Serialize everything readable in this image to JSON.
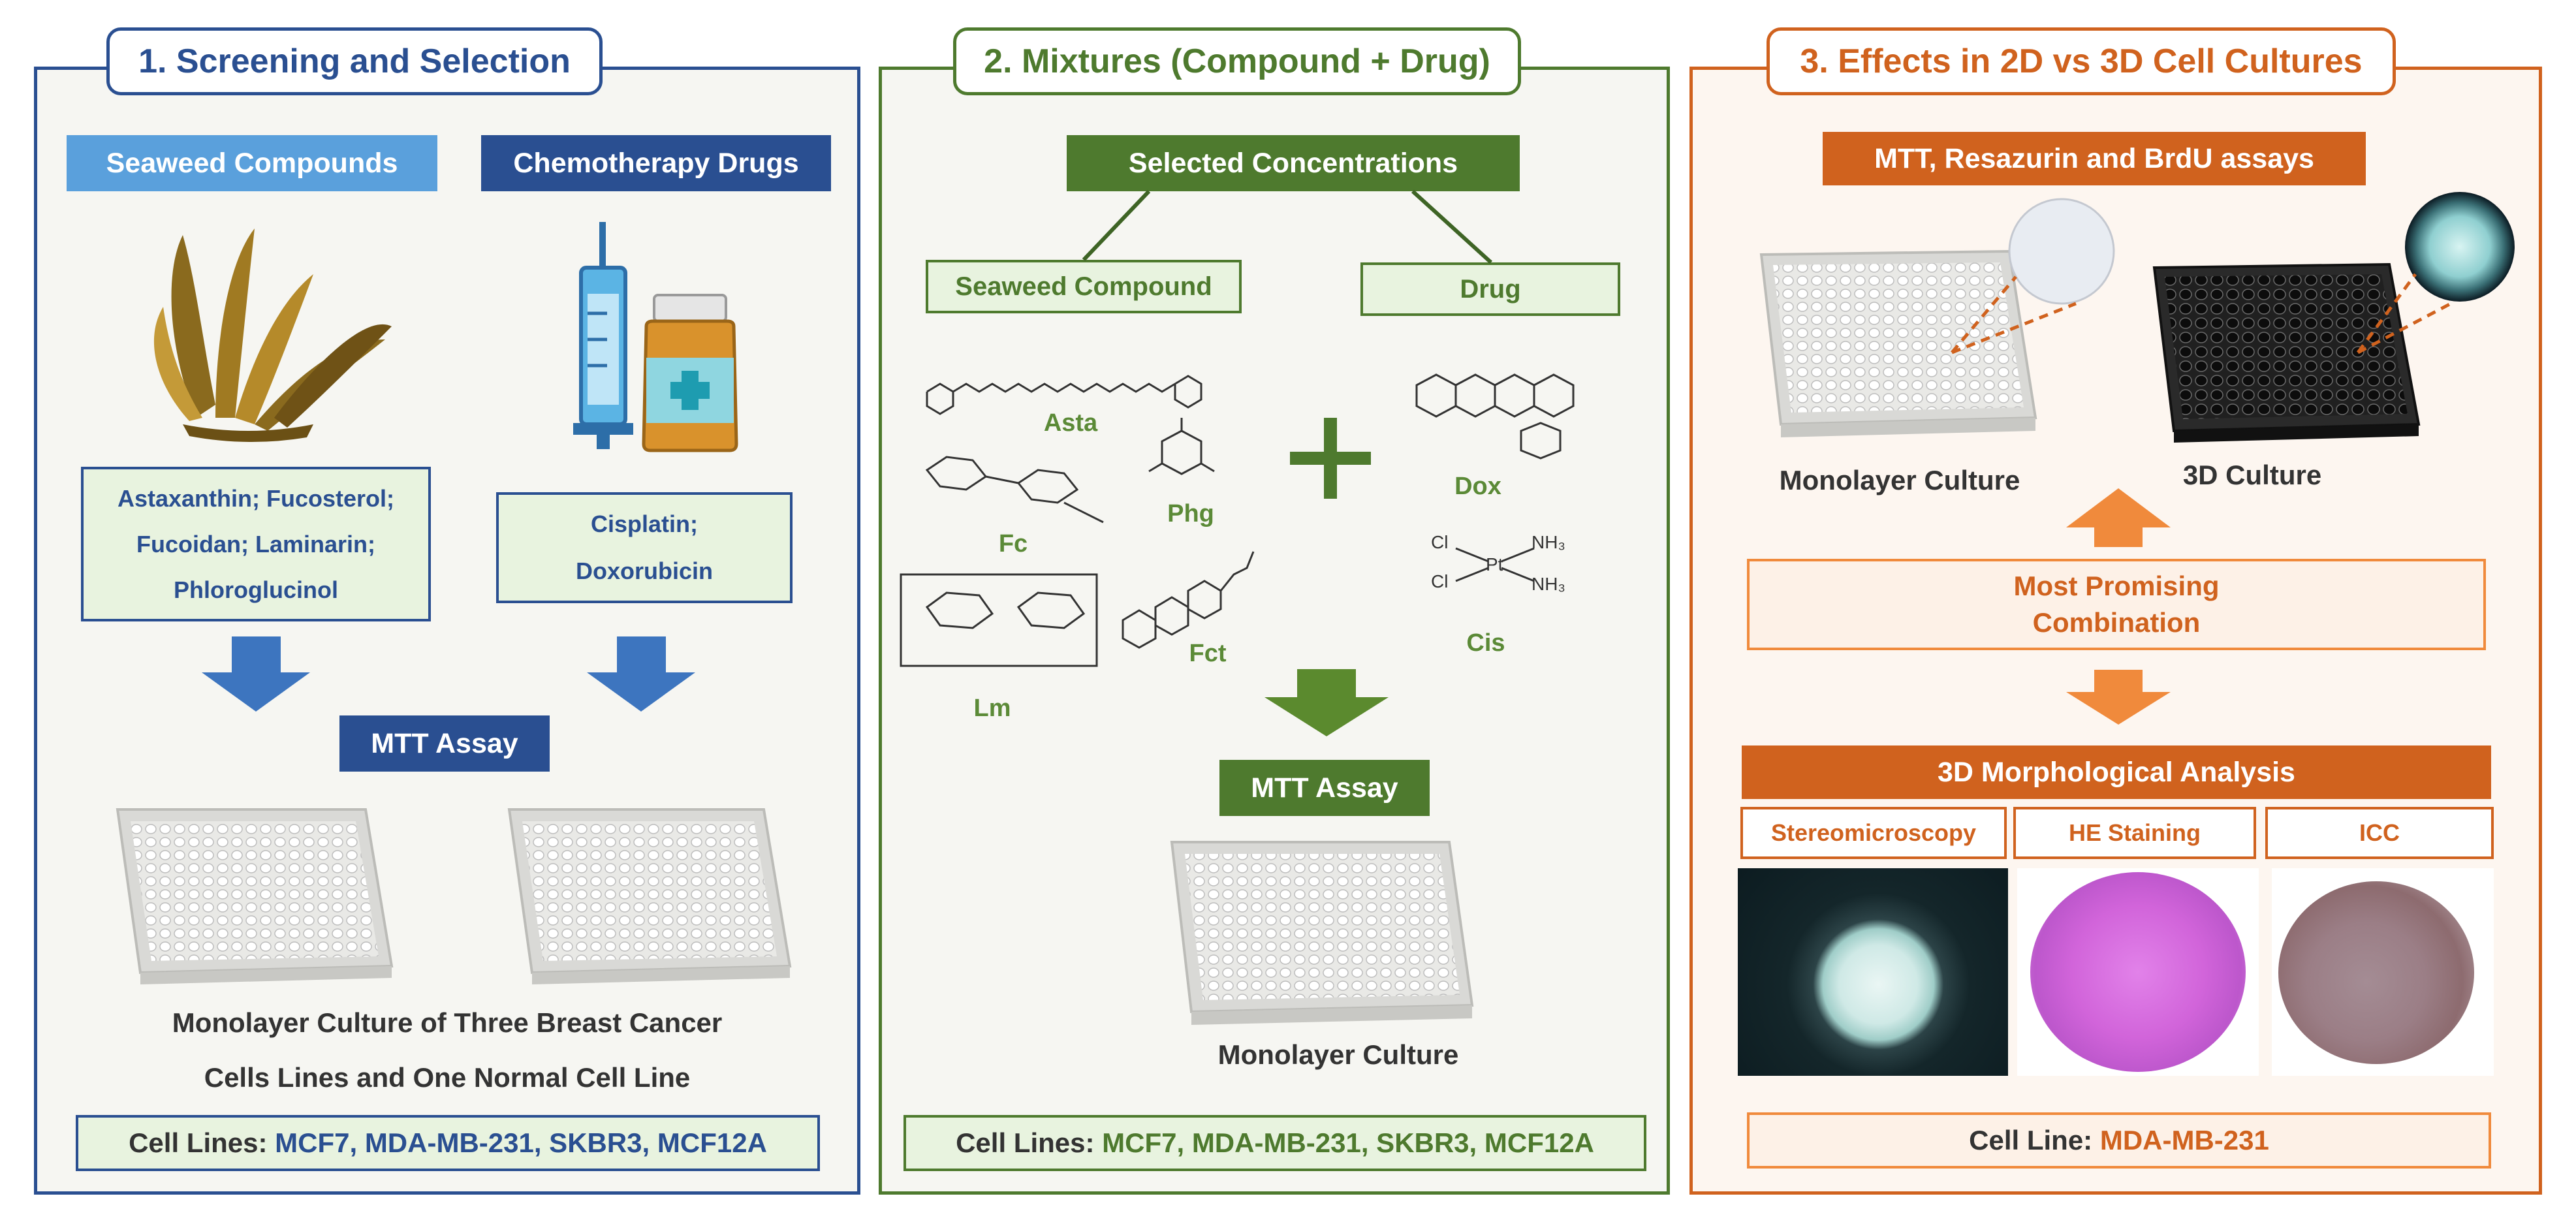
{
  "colors": {
    "blue_dark": "#2a4f91",
    "blue_light": "#5aa0dc",
    "green_dark": "#4e7a2e",
    "green_text": "#5b8a37",
    "orange": "#d0621e",
    "orange_arrow": "#f08a3c",
    "panel1_bg": "#f6f6f2",
    "panel2_bg": "#f6f6f2",
    "panel3_bg": "#fdf6f0",
    "pale_green": "#e8f3df",
    "pale_orange": "#fdf1e7"
  },
  "panel1": {
    "title": "1. Screening and Selection",
    "seaweed_label": "Seaweed Compounds",
    "chemo_label": "Chemotherapy Drugs",
    "seaweed_list": [
      "Astaxanthin; Fucosterol;",
      "Fucoidan; Laminarin;",
      "Phloroglucinol"
    ],
    "drug_list": [
      "Cisplatin;",
      "Doxorubicin"
    ],
    "assay": "MTT Assay",
    "culture_text": [
      "Monolayer Culture of Three Breast Cancer",
      "Cells Lines and One Normal Cell Line"
    ],
    "cell_lines_label": "Cell Lines:",
    "cell_lines_value": "MCF7, MDA-MB-231, SKBR3, MCF12A"
  },
  "panel2": {
    "title": "2. Mixtures (Compound + Drug)",
    "selected": "Selected Concentrations",
    "seaweed_compound": "Seaweed Compound",
    "drug": "Drug",
    "compounds": {
      "asta": "Asta",
      "fc": "Fc",
      "phg": "Phg",
      "fct": "Fct",
      "lm": "Lm",
      "dox": "Dox",
      "cis": "Cis"
    },
    "assay": "MTT Assay",
    "culture": "Monolayer Culture",
    "cell_lines_label": "Cell Lines:",
    "cell_lines_value": "MCF7, MDA-MB-231, SKBR3, MCF12A"
  },
  "panel3": {
    "title": "3. Effects in 2D vs 3D Cell Cultures",
    "assays": "MTT, Resazurin and BrdU assays",
    "monolayer": "Monolayer Culture",
    "culture3d": "3D Culture",
    "promising": [
      "Most Promising",
      "Combination"
    ],
    "morph": "3D Morphological Analysis",
    "methods": [
      "Stereomicroscopy",
      "HE Staining",
      "ICC"
    ],
    "cell_line_label": "Cell Line:",
    "cell_line_value": "MDA-MB-231"
  },
  "icons": {
    "seaweed": "seaweed-illustration",
    "syringe": "syringe-icon",
    "vial": "medicine-vial-icon",
    "plate": "well-plate-illustration"
  }
}
